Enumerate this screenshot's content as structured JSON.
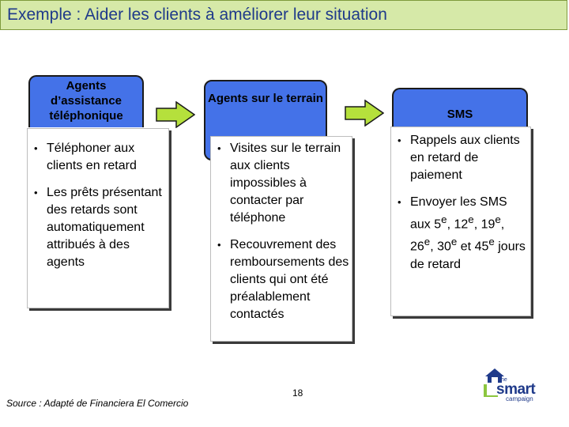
{
  "title": "Exemple : Aider les clients à améliorer leur situation",
  "columns": [
    {
      "header": "Agents d’assistance téléphonique",
      "bullets": [
        "Téléphoner aux clients en retard",
        "Les prêts présentant des retards sont automatiquement attribués à des agents"
      ]
    },
    {
      "header": "Agents sur le terrain",
      "bullets": [
        "Visites sur le terrain aux clients impossibles à contacter par téléphone",
        "Recouvrement des remboursements des clients qui ont été préalablement contactés"
      ]
    },
    {
      "header": "SMS",
      "bullets": [
        "Rappels aux clients en retard de paiement"
      ],
      "sms_bullet": {
        "prefix": "Envoyer les SMS aux",
        "days": [
          "5",
          "12",
          "19",
          "26",
          "30",
          "45"
        ],
        "suffix": "e",
        "ending": "jours de retard"
      }
    }
  ],
  "footer": {
    "source": "Source : Adapté de Financiera El Comercio",
    "page_number": "18"
  },
  "logo": {
    "the": "the",
    "smart": "smart",
    "campaign": "campaign"
  },
  "colors": {
    "title_bg": "#d6e9a8",
    "title_text": "#1f3a8a",
    "header_bg": "#4472e8",
    "arrow_fill": "#b5e03c",
    "logo_blue": "#1f3a8a",
    "logo_green": "#8cc63f"
  }
}
